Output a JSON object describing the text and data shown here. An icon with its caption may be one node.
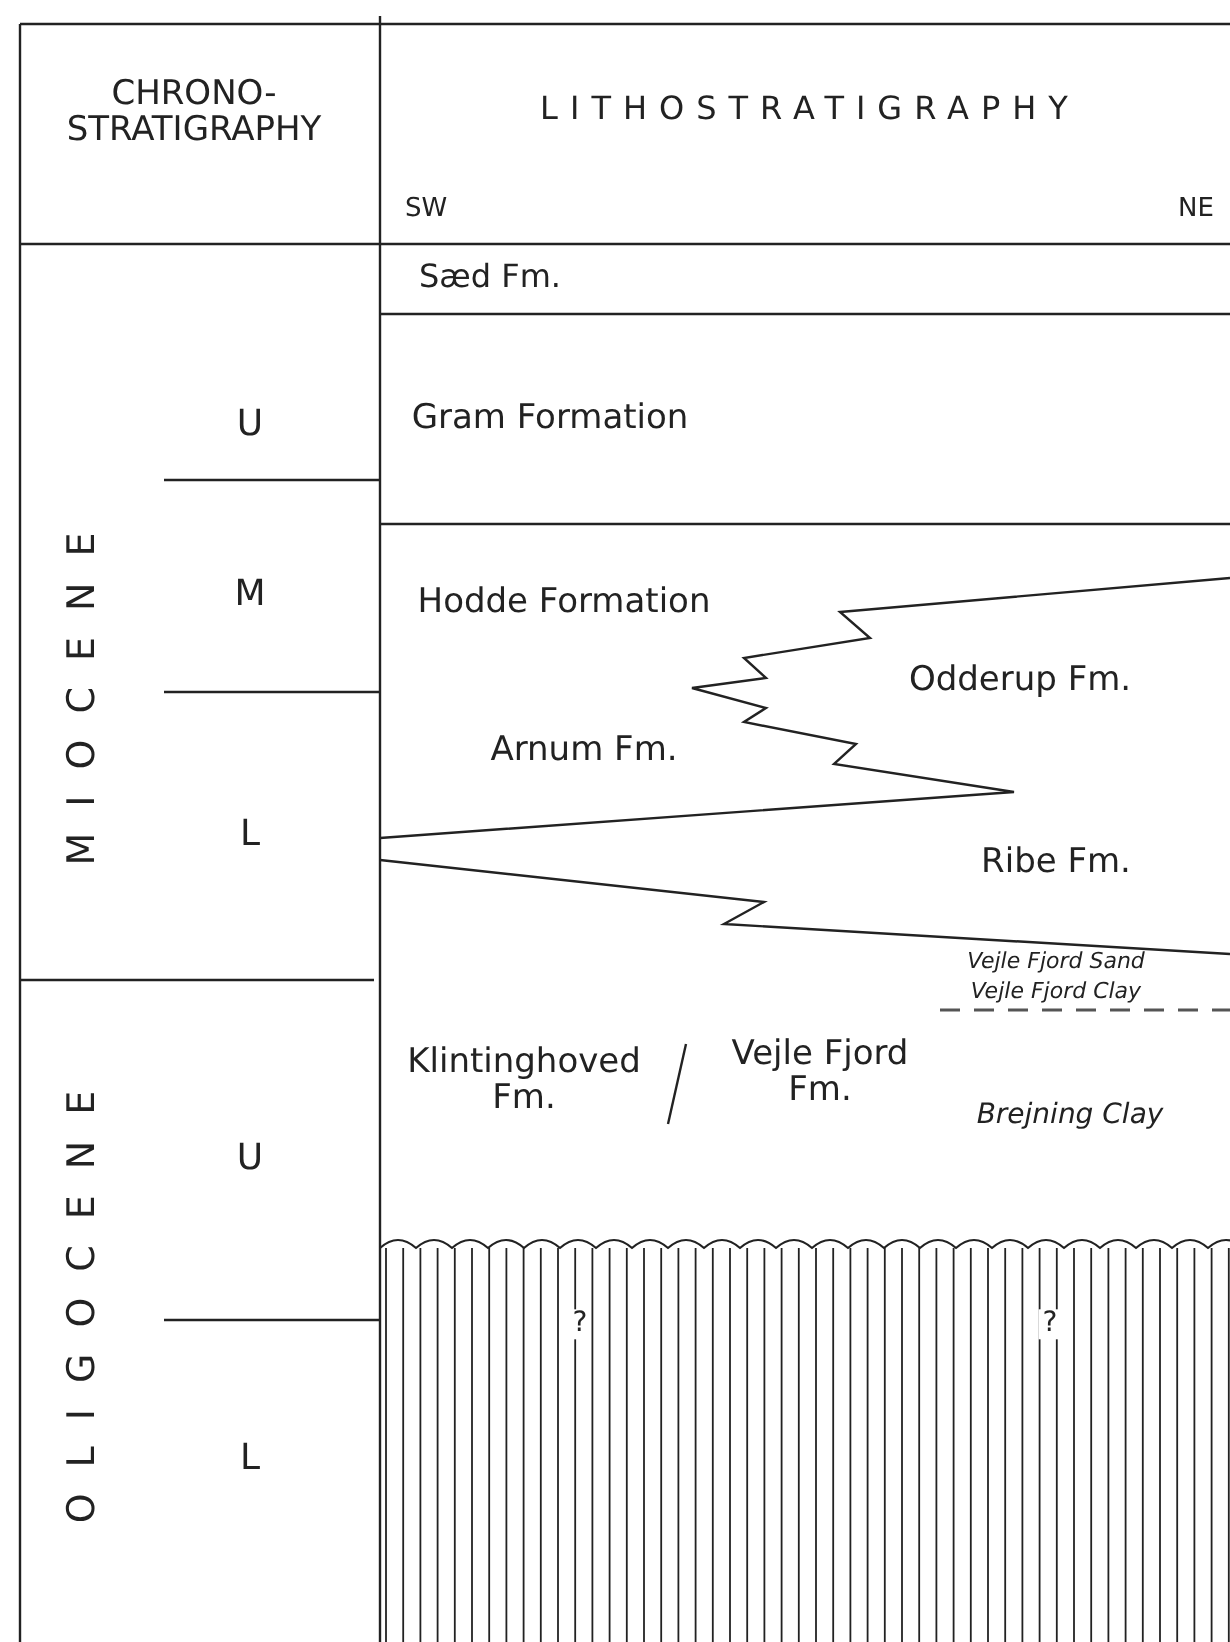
{
  "diagram": {
    "labels": [
      "CHRONO- STRATIGRAPHY",
      "LITHOSTRATIGRAPHY",
      "SW",
      "NE",
      "Sæd Fm.",
      "MIOCENE",
      "U",
      "Gram Formation",
      "M",
      "Hodde Formation",
      "Odderup Fm.",
      "Arnum Fm.",
      "L",
      "Ribe Fm.",
      "Vejle Fjord Sand",
      "Vejle Fjord Clay",
      "OLIGOCENE",
      "Klintinghoved Fm.",
      "Vejle Fjord Fm.",
      "U",
      "Brejning Clay",
      "?",
      "?",
      "L"
    ]
  }
}
